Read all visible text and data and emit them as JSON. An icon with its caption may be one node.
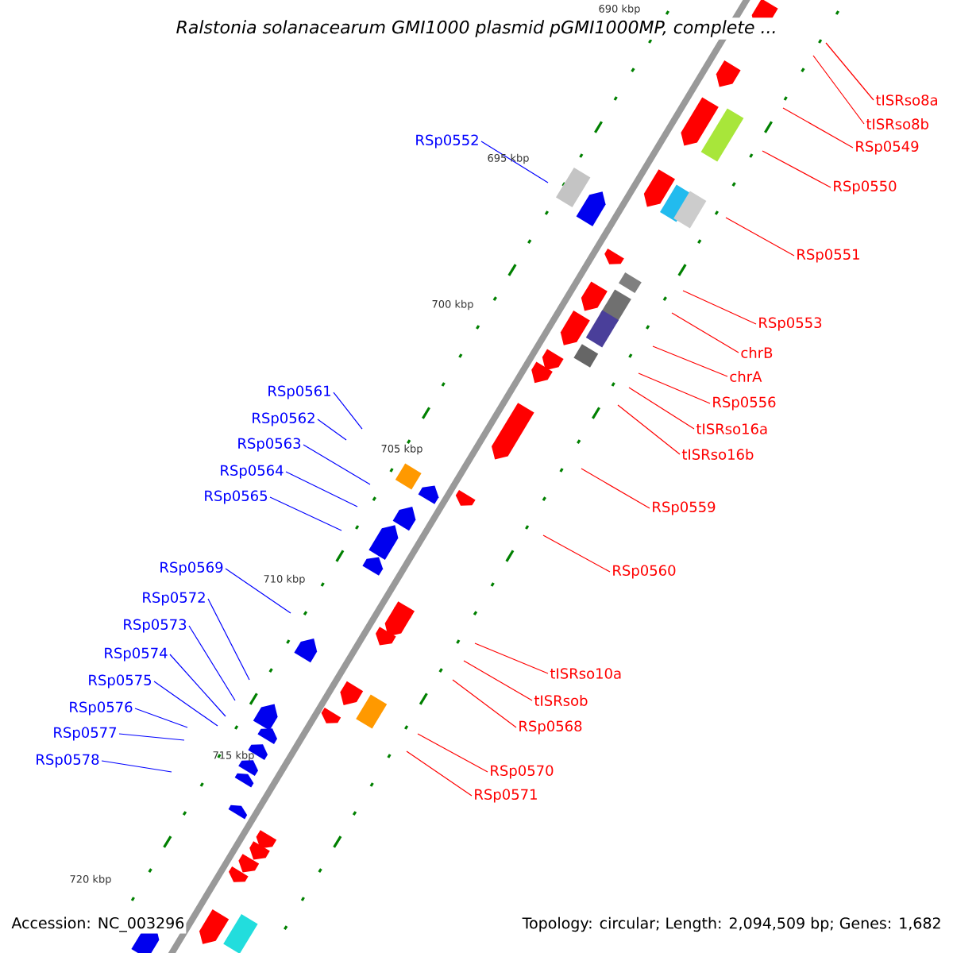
{
  "diagram": {
    "title": "Ralstonia solanacearum GMI1000 plasmid pGMI1000MP, complete ...",
    "nodes": [
      {
        "text": [
          "tISRso8a"
        ]
      },
      {
        "text": [
          "tISRso8b"
        ]
      },
      {
        "text": [
          "RSp0549"
        ]
      },
      {
        "text": [
          "RSp0552"
        ]
      },
      {
        "text": [
          "RSp0550"
        ]
      },
      {
        "text": [
          "RSp0551"
        ]
      },
      {
        "text": [
          "RSp0553"
        ]
      },
      {
        "text": [
          "chrB"
        ]
      },
      {
        "text": [
          "chrA"
        ]
      },
      {
        "text": [
          "RSp0561"
        ]
      },
      {
        "text": [
          "RSp0556"
        ]
      },
      {
        "text": [
          "RSp0562"
        ]
      },
      {
        "text": [
          "tISRso16a"
        ]
      },
      {
        "text": [
          "RSp0563"
        ]
      },
      {
        "text": [
          "tISRso16b"
        ]
      },
      {
        "text": [
          "RSp0564"
        ]
      },
      {
        "text": [
          "RSp0565"
        ]
      },
      {
        "text": [
          "RSp0559"
        ]
      },
      {
        "text": [
          "RSp0569"
        ]
      },
      {
        "text": [
          "RSp0560"
        ]
      },
      {
        "text": [
          "RSp0572"
        ]
      },
      {
        "text": [
          "RSp0573"
        ]
      },
      {
        "text": [
          "RSp0574"
        ]
      },
      {
        "text": [
          "tISRso10a"
        ]
      },
      {
        "text": [
          "RSp0575"
        ]
      },
      {
        "text": [
          "tISRsob"
        ]
      },
      {
        "text": [
          "RSp0576"
        ]
      },
      {
        "text": [
          "RSp0568"
        ]
      },
      {
        "text": [
          "RSp0577"
        ]
      },
      {
        "text": [
          "RSp0578"
        ]
      },
      {
        "text": [
          "RSp0570"
        ]
      },
      {
        "text": [
          "RSp0571"
        ]
      }
    ],
    "edges": [
      {
        "from": 0,
        "to": null,
        "arrow": "none"
      },
      {
        "from": 1,
        "to": null,
        "arrow": "none"
      },
      {
        "from": 2,
        "to": null,
        "arrow": "none"
      },
      {
        "from": 3,
        "to": null,
        "arrow": "none",
        "color": "#0000ff"
      },
      {
        "from": 4,
        "to": null,
        "arrow": "none"
      },
      {
        "from": 5,
        "to": null,
        "arrow": "none"
      },
      {
        "from": 6,
        "to": null,
        "arrow": "none"
      },
      {
        "from": 7,
        "to": null,
        "arrow": "none"
      },
      {
        "from": 8,
        "to": null,
        "arrow": "none"
      },
      {
        "from": 9,
        "to": null,
        "arrow": "none",
        "color": "#0000ff"
      },
      {
        "from": 10,
        "to": null,
        "arrow": "none"
      },
      {
        "from": 11,
        "to": null,
        "arrow": "none",
        "color": "#0000ff"
      },
      {
        "from": 12,
        "to": null,
        "arrow": "none"
      },
      {
        "from": 13,
        "to": null,
        "arrow": "none",
        "color": "#0000ff"
      },
      {
        "from": 14,
        "to": null,
        "arrow": "none"
      },
      {
        "from": 15,
        "to": null,
        "arrow": "none",
        "color": "#0000ff"
      },
      {
        "from": 16,
        "to": null,
        "arrow": "none",
        "color": "#0000ff"
      },
      {
        "from": 17,
        "to": null,
        "arrow": "none"
      },
      {
        "from": 18,
        "to": null,
        "arrow": "none",
        "color": "#0000ff"
      },
      {
        "from": 19,
        "to": null,
        "arrow": "none"
      },
      {
        "from": 20,
        "to": null,
        "arrow": "none",
        "color": "#0000ff"
      },
      {
        "from": 21,
        "to": null,
        "arrow": "none",
        "color": "#0000ff"
      },
      {
        "from": 22,
        "to": null,
        "arrow": "none",
        "color": "#0000ff"
      },
      {
        "from": 23,
        "to": null,
        "arrow": "none"
      },
      {
        "from": 24,
        "to": null,
        "arrow": "none",
        "color": "#0000ff"
      },
      {
        "from": 25,
        "to": null,
        "arrow": "none"
      },
      {
        "from": 26,
        "to": null,
        "arrow": "none",
        "color": "#0000ff"
      },
      {
        "from": 27,
        "to": null,
        "arrow": "none"
      },
      {
        "from": 28,
        "to": null,
        "arrow": "none",
        "color": "#0000ff"
      },
      {
        "from": 29,
        "to": null,
        "arrow": "none",
        "color": "#0000ff"
      },
      {
        "from": 30,
        "to": null,
        "arrow": "none"
      },
      {
        "from": 31,
        "to": null,
        "arrow": "none"
      }
    ],
    "labels": [
      "690 kbp",
      "695 kbp",
      "700 kbp",
      "705 kbp",
      "710 kbp",
      "715 kbp",
      "720 kbp",
      "Accession: NC_003296",
      "Topology: circular; Length: 2,094,509 bp; Genes: 1,682"
    ]
  }
}
